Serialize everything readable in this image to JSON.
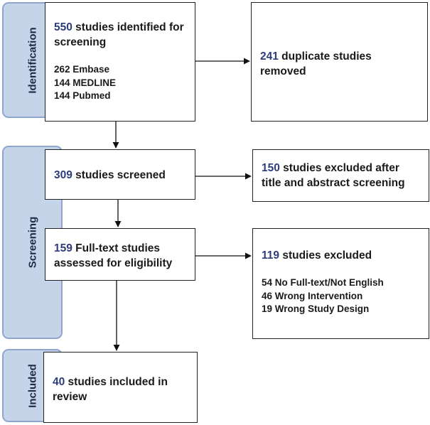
{
  "stages": [
    {
      "id": "identification",
      "label": "Identification"
    },
    {
      "id": "screening",
      "label": "Screening"
    },
    {
      "id": "included",
      "label": "Included"
    }
  ],
  "boxes": {
    "identified": {
      "count": "550",
      "text": " studies identified for screening",
      "sources": [
        "262 Embase",
        "144 MEDLINE",
        "144 Pubmed"
      ]
    },
    "duplicates": {
      "count": "241",
      "text": " duplicate studies removed"
    },
    "screened": {
      "count": "309",
      "text": " studies screened"
    },
    "excluded_title": {
      "count": "150",
      "text": " studies excluded after title and abstract screening"
    },
    "fulltext": {
      "count": "159",
      "text": " Full-text studies assessed for eligibility"
    },
    "excluded_fulltext": {
      "count": "119",
      "text": " studies excluded",
      "reasons": [
        "54 No Full-text/Not English",
        "46 Wrong Intervention",
        "19 Wrong Study Design"
      ]
    },
    "included": {
      "count": "40",
      "text": " studies included in review"
    }
  },
  "colors": {
    "stage_fill": "#c6d4ea",
    "stage_border": "#8fa6cc",
    "count": "#2d3d7a"
  }
}
